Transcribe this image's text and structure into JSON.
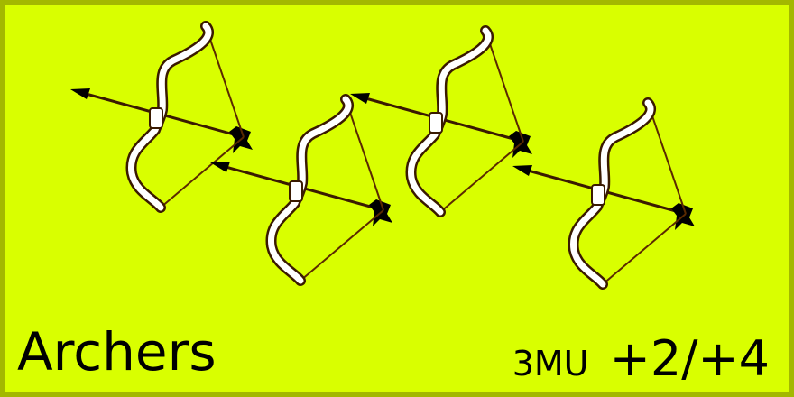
{
  "unit": {
    "name": "Archers",
    "movement": "3MU",
    "combat": "+2/+4",
    "figure_count": 4,
    "figure_icon": "bow-and-arrow-icon"
  },
  "colors": {
    "background": "#d9ff00",
    "border": "#a3b800",
    "text": "#000000"
  }
}
